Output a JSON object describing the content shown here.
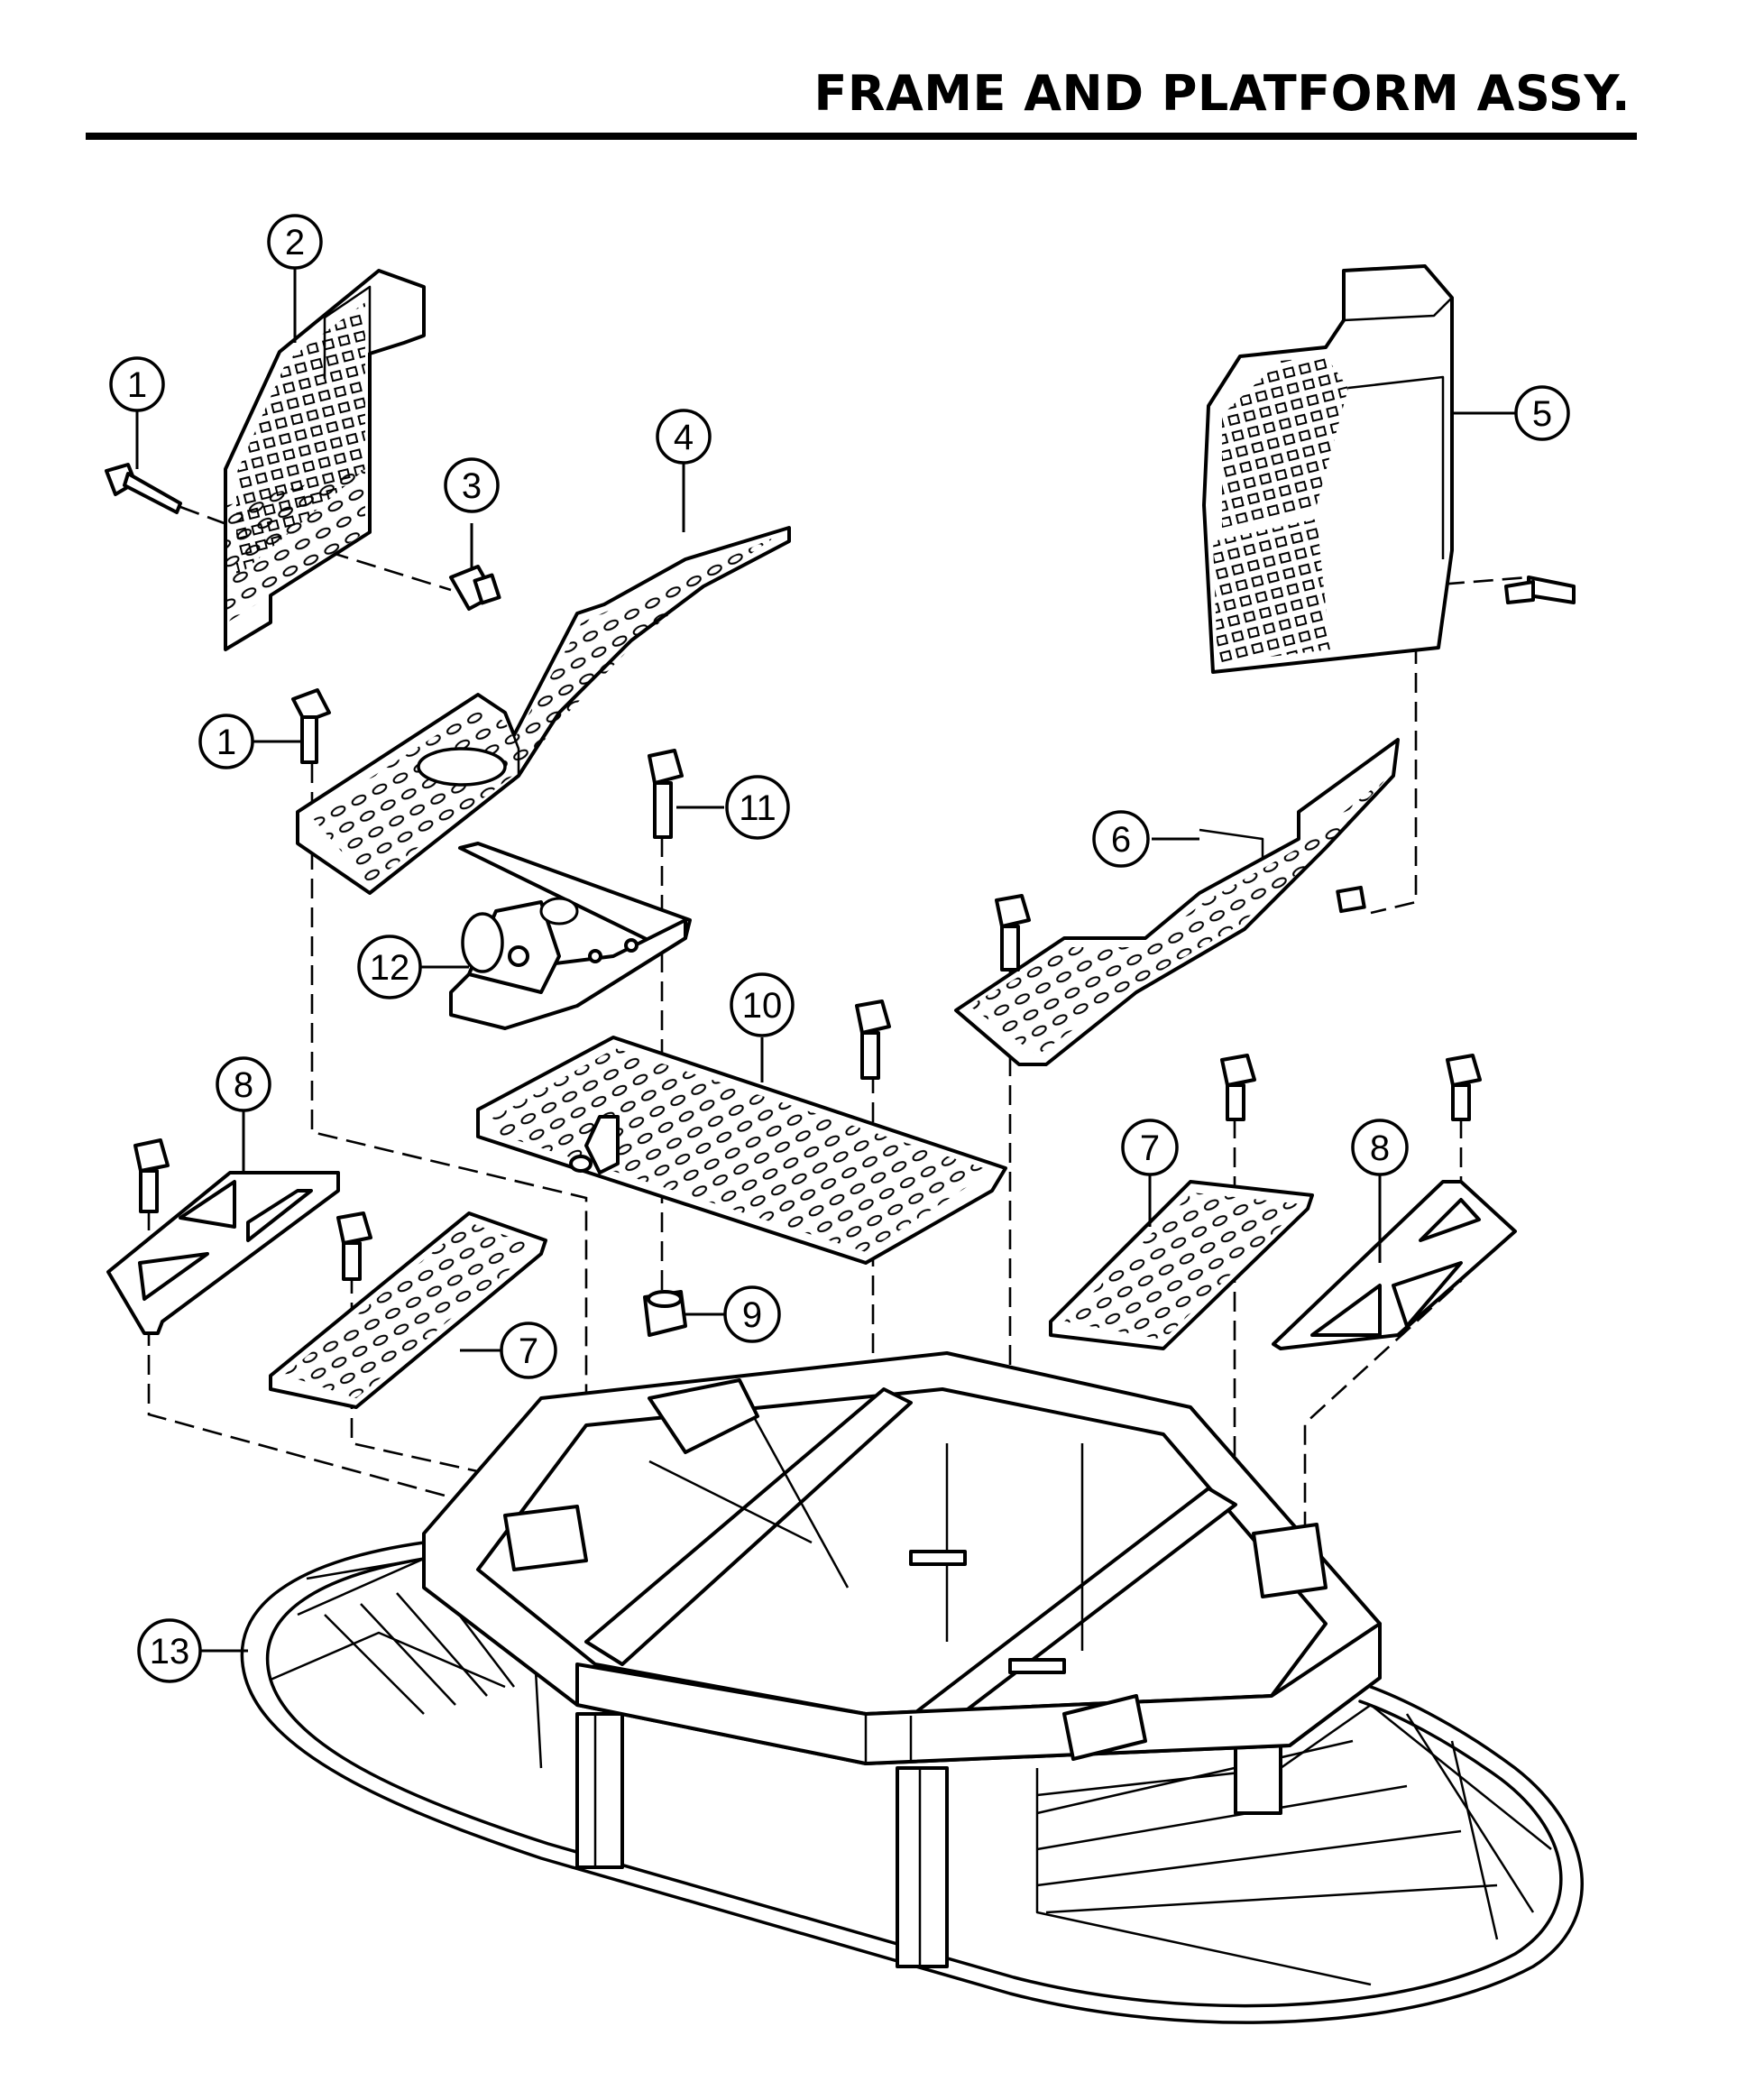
{
  "header": {
    "title": "FRAME AND PLATFORM ASSY."
  },
  "callouts": [
    {
      "id": "c1a",
      "label": "1"
    },
    {
      "id": "c2",
      "label": "2"
    },
    {
      "id": "c3",
      "label": "3"
    },
    {
      "id": "c4",
      "label": "4"
    },
    {
      "id": "c5",
      "label": "5"
    },
    {
      "id": "c1b",
      "label": "1"
    },
    {
      "id": "c11",
      "label": "11"
    },
    {
      "id": "c6",
      "label": "6"
    },
    {
      "id": "c12",
      "label": "12"
    },
    {
      "id": "c10",
      "label": "10"
    },
    {
      "id": "c8a",
      "label": "8"
    },
    {
      "id": "c7a",
      "label": "7"
    },
    {
      "id": "c9",
      "label": "9"
    },
    {
      "id": "c7b",
      "label": "7"
    },
    {
      "id": "c8b",
      "label": "8"
    },
    {
      "id": "c13",
      "label": "13"
    }
  ]
}
